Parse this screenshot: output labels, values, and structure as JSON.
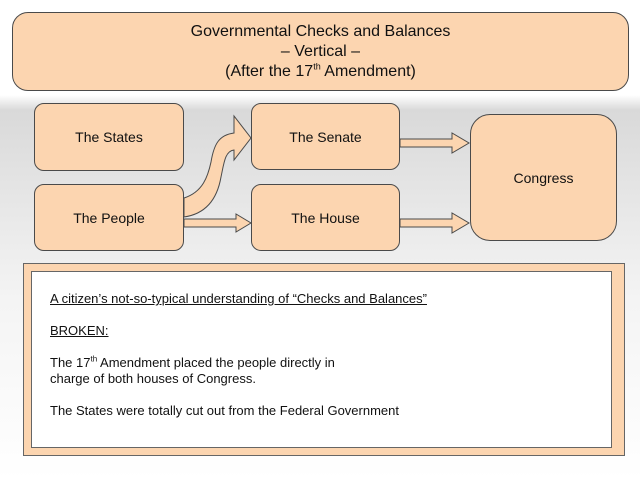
{
  "title": {
    "line1": "Governmental Checks and Balances",
    "line2": "– Vertical –",
    "line3_pre": "(After the 17",
    "line3_sup": "th",
    "line3_post": " Amendment)"
  },
  "boxes": {
    "states": "The States",
    "people": "The People",
    "senate": "The Senate",
    "house": "The House",
    "congress": "Congress"
  },
  "note": {
    "heading": "A citizen’s not-so-typical understanding of “Checks and Balances”",
    "broken": "BROKEN:",
    "para1_pre": "The 17",
    "para1_sup": "th",
    "para1_post": " Amendment placed the people directly in",
    "para1_line2": "charge of both houses of Congress.",
    "para2": "The States were totally cut out from the Federal Government"
  },
  "colors": {
    "box_fill": "#fcd5b0",
    "border": "#4a4a4a"
  }
}
